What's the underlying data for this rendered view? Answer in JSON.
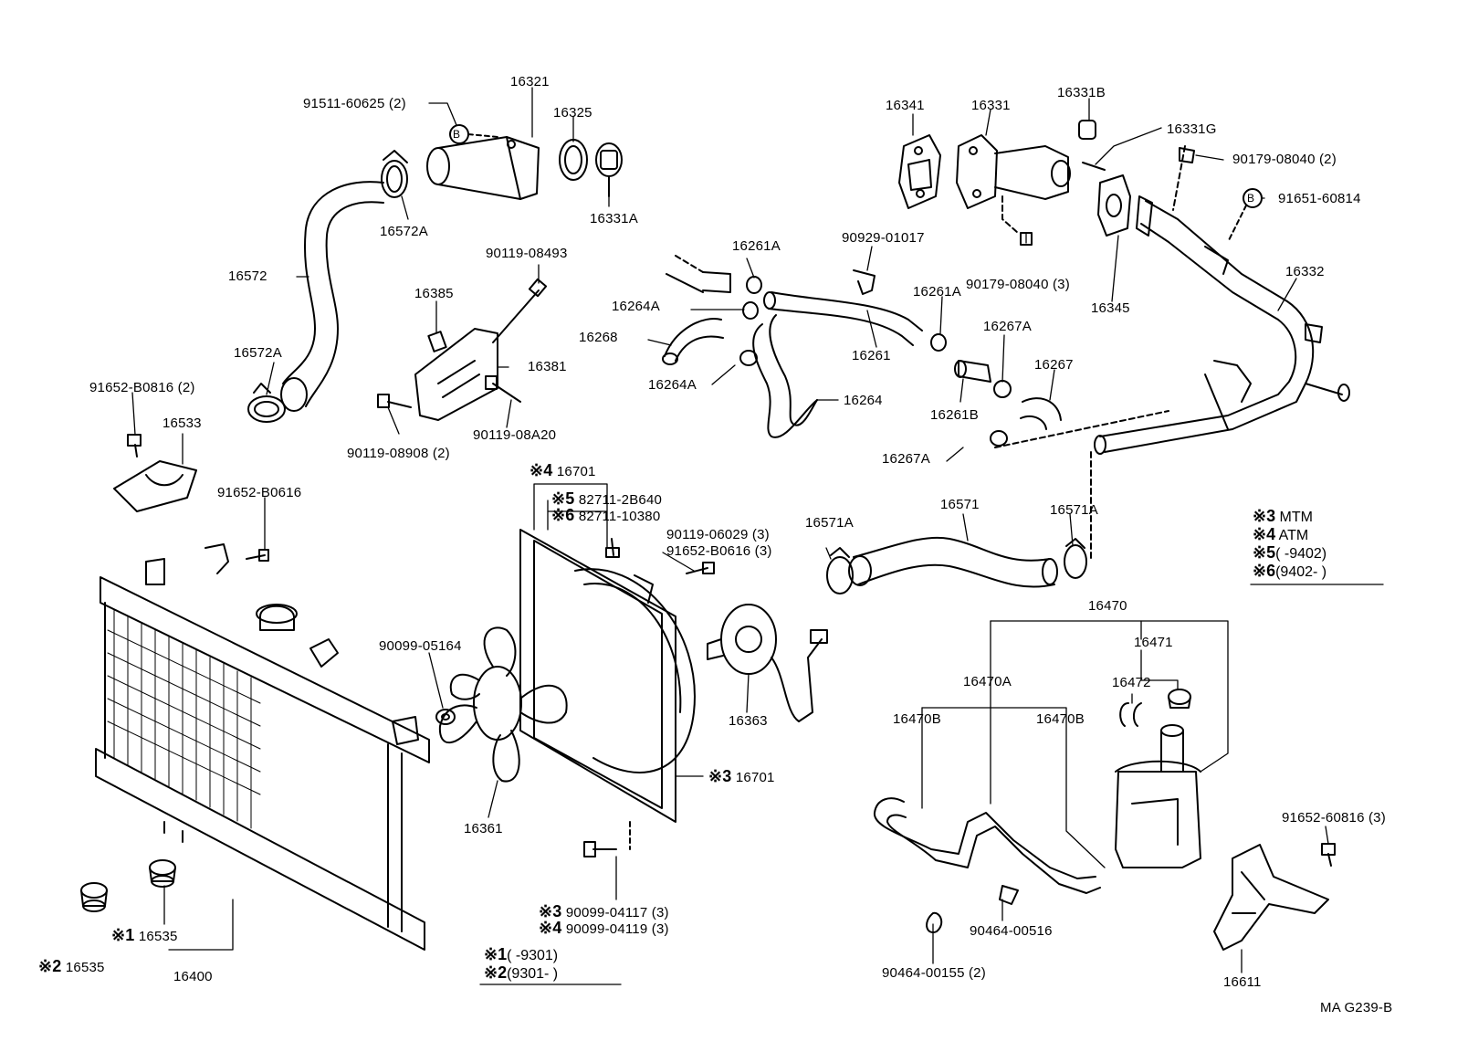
{
  "diagram": {
    "code": "MA G239-B",
    "labels": {
      "p91511_60625": "91511-60625 (2)",
      "p16321": "16321",
      "p16325": "16325",
      "p16331a_top": "16331A",
      "p16572a_top": "16572A",
      "p16572": "16572",
      "p16572a_low": "16572A",
      "p90119_08493": "90119-08493",
      "p16385": "16385",
      "p16381": "16381",
      "p90119_08908": "90119-08908 (2)",
      "p90119_08a20": "90119-08A20",
      "p91652_b0816": "91652-B0816 (2)",
      "p16533": "16533",
      "p91652_b0616": "91652-B0616",
      "p16261a_a": "16261A",
      "p16264a_a": "16264A",
      "p16268": "16268",
      "p16264a_b": "16264A",
      "p16264": "16264",
      "p16261": "16261",
      "p90929_01017": "90929-01017",
      "p16261a_b": "16261A",
      "p16267a_a": "16267A",
      "p16267": "16267",
      "p16261b": "16261B",
      "p16267a_b": "16267A",
      "p16341": "16341",
      "p16331": "16331",
      "p16331b": "16331B",
      "p16331g": "16331G",
      "p90179_08040_2": "90179-08040 (2)",
      "p91651_60814": "91651-60814",
      "p16332": "16332",
      "p90179_08040_3": "90179-08040 (3)",
      "p16345": "16345",
      "p16701_4": "16701",
      "p82711_2b640": "82711-2B640",
      "p82711_10380": "82711-10380",
      "p90119_06029": "90119-06029 (3)",
      "p91652_b0616_3": "91652-B0616 (3)",
      "p90099_05164": "90099-05164",
      "p16363": "16363",
      "p16701_3": "16701",
      "p16361": "16361",
      "p90099_04117": "90099-04117 (3)",
      "p90099_04119": "90099-04119 (3)",
      "p16571a_a": "16571A",
      "p16571": "16571",
      "p16571a_b": "16571A",
      "p16470": "16470",
      "p16471": "16471",
      "p16470a": "16470A",
      "p16472": "16472",
      "p16470b_a": "16470B",
      "p16470b_b": "16470B",
      "p90464_00516": "90464-00516",
      "p90464_00155": "90464-00155 (2)",
      "p91652_60816": "91652-60816 (3)",
      "p16611": "16611",
      "p16535_1": "16535",
      "p16535_2": "16535",
      "p16400": "16400"
    },
    "marks": {
      "m1": "※1",
      "m2": "※2",
      "m3": "※3",
      "m4": "※4",
      "m5": "※5",
      "m6": "※6"
    },
    "legend": {
      "m3_text": "MTM",
      "m4_text": "ATM",
      "m5_text": "(        -9402)",
      "m6_text": "(9402-        )",
      "m1_text": "(        -9301)",
      "m2_text": "(9301-        )"
    },
    "callout_b": "B"
  }
}
